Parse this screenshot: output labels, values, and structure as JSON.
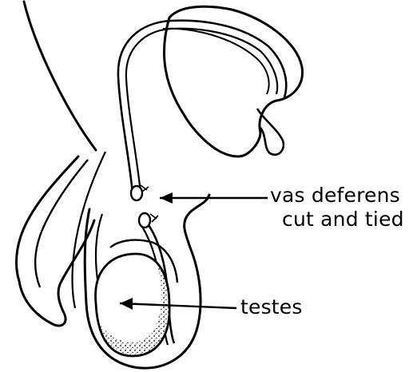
{
  "labels": {
    "vas_deferens_line1": "vas deferens",
    "vas_deferens_line2": "cut and tied",
    "testes": "testes"
  },
  "colors": {
    "ink": "#000000",
    "background": "#ffffff"
  }
}
